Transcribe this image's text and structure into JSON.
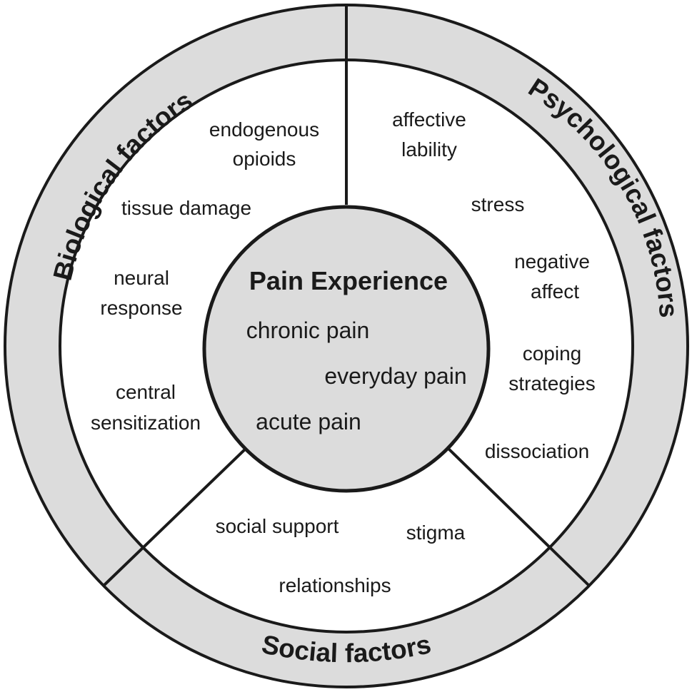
{
  "center": {
    "title": "Pain Experience",
    "items": [
      "chronic pain",
      "everyday pain",
      "acute pain"
    ]
  },
  "sectors": {
    "biological": {
      "label": "Biological factors",
      "items": [
        "endogenous",
        "opioids",
        "tissue damage",
        "neural",
        "response",
        "central",
        "sensitization"
      ]
    },
    "psychological": {
      "label": "Psychological factors",
      "items": [
        "affective",
        "lability",
        "stress",
        "negative",
        "affect",
        "coping",
        "strategies",
        "dissociation"
      ]
    },
    "social": {
      "label": "Social factors",
      "items": [
        "social support",
        "stigma",
        "relationships"
      ]
    }
  },
  "colors": {
    "ring_fill": "#dcdcdc",
    "center_fill": "#dcdcdc",
    "stroke": "#1a1a1a",
    "background": "#ffffff"
  }
}
